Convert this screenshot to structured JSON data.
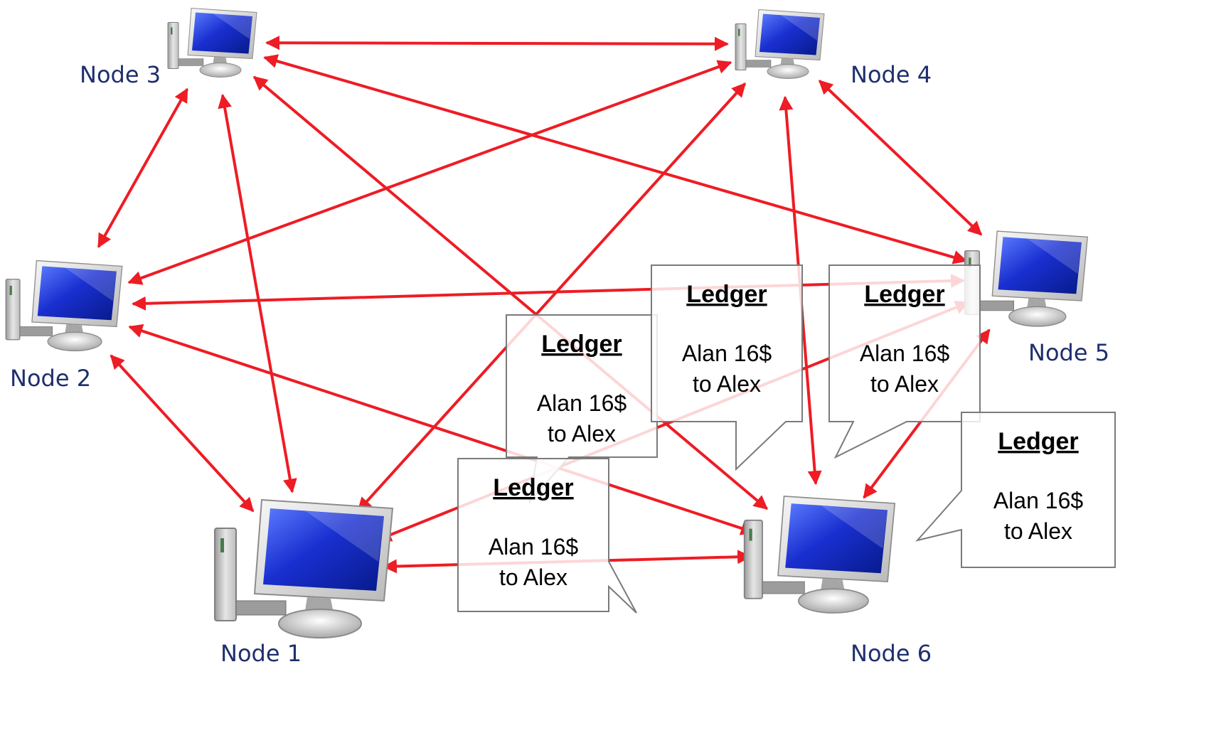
{
  "nodes": [
    {
      "id": "n1",
      "label": "Node 1"
    },
    {
      "id": "n2",
      "label": "Node 2"
    },
    {
      "id": "n3",
      "label": "Node 3"
    },
    {
      "id": "n4",
      "label": "Node 4"
    },
    {
      "id": "n5",
      "label": "Node 5"
    },
    {
      "id": "n6",
      "label": "Node 6"
    }
  ],
  "edges": [
    [
      "n3",
      "n4"
    ],
    [
      "n3",
      "n2"
    ],
    [
      "n3",
      "n1"
    ],
    [
      "n3",
      "n5"
    ],
    [
      "n3",
      "n6"
    ],
    [
      "n4",
      "n2"
    ],
    [
      "n4",
      "n1"
    ],
    [
      "n4",
      "n5"
    ],
    [
      "n4",
      "n6"
    ],
    [
      "n2",
      "n5"
    ],
    [
      "n2",
      "n1"
    ],
    [
      "n2",
      "n6"
    ],
    [
      "n1",
      "n6"
    ],
    [
      "n1",
      "n5"
    ],
    [
      "n6",
      "n5"
    ]
  ],
  "ledger": {
    "title": "Ledger",
    "line1": "Alan 16$",
    "line2": "to Alex"
  },
  "ledger_count": 5,
  "colors": {
    "edge": "#ee1c24",
    "label": "#1f2f6e"
  }
}
